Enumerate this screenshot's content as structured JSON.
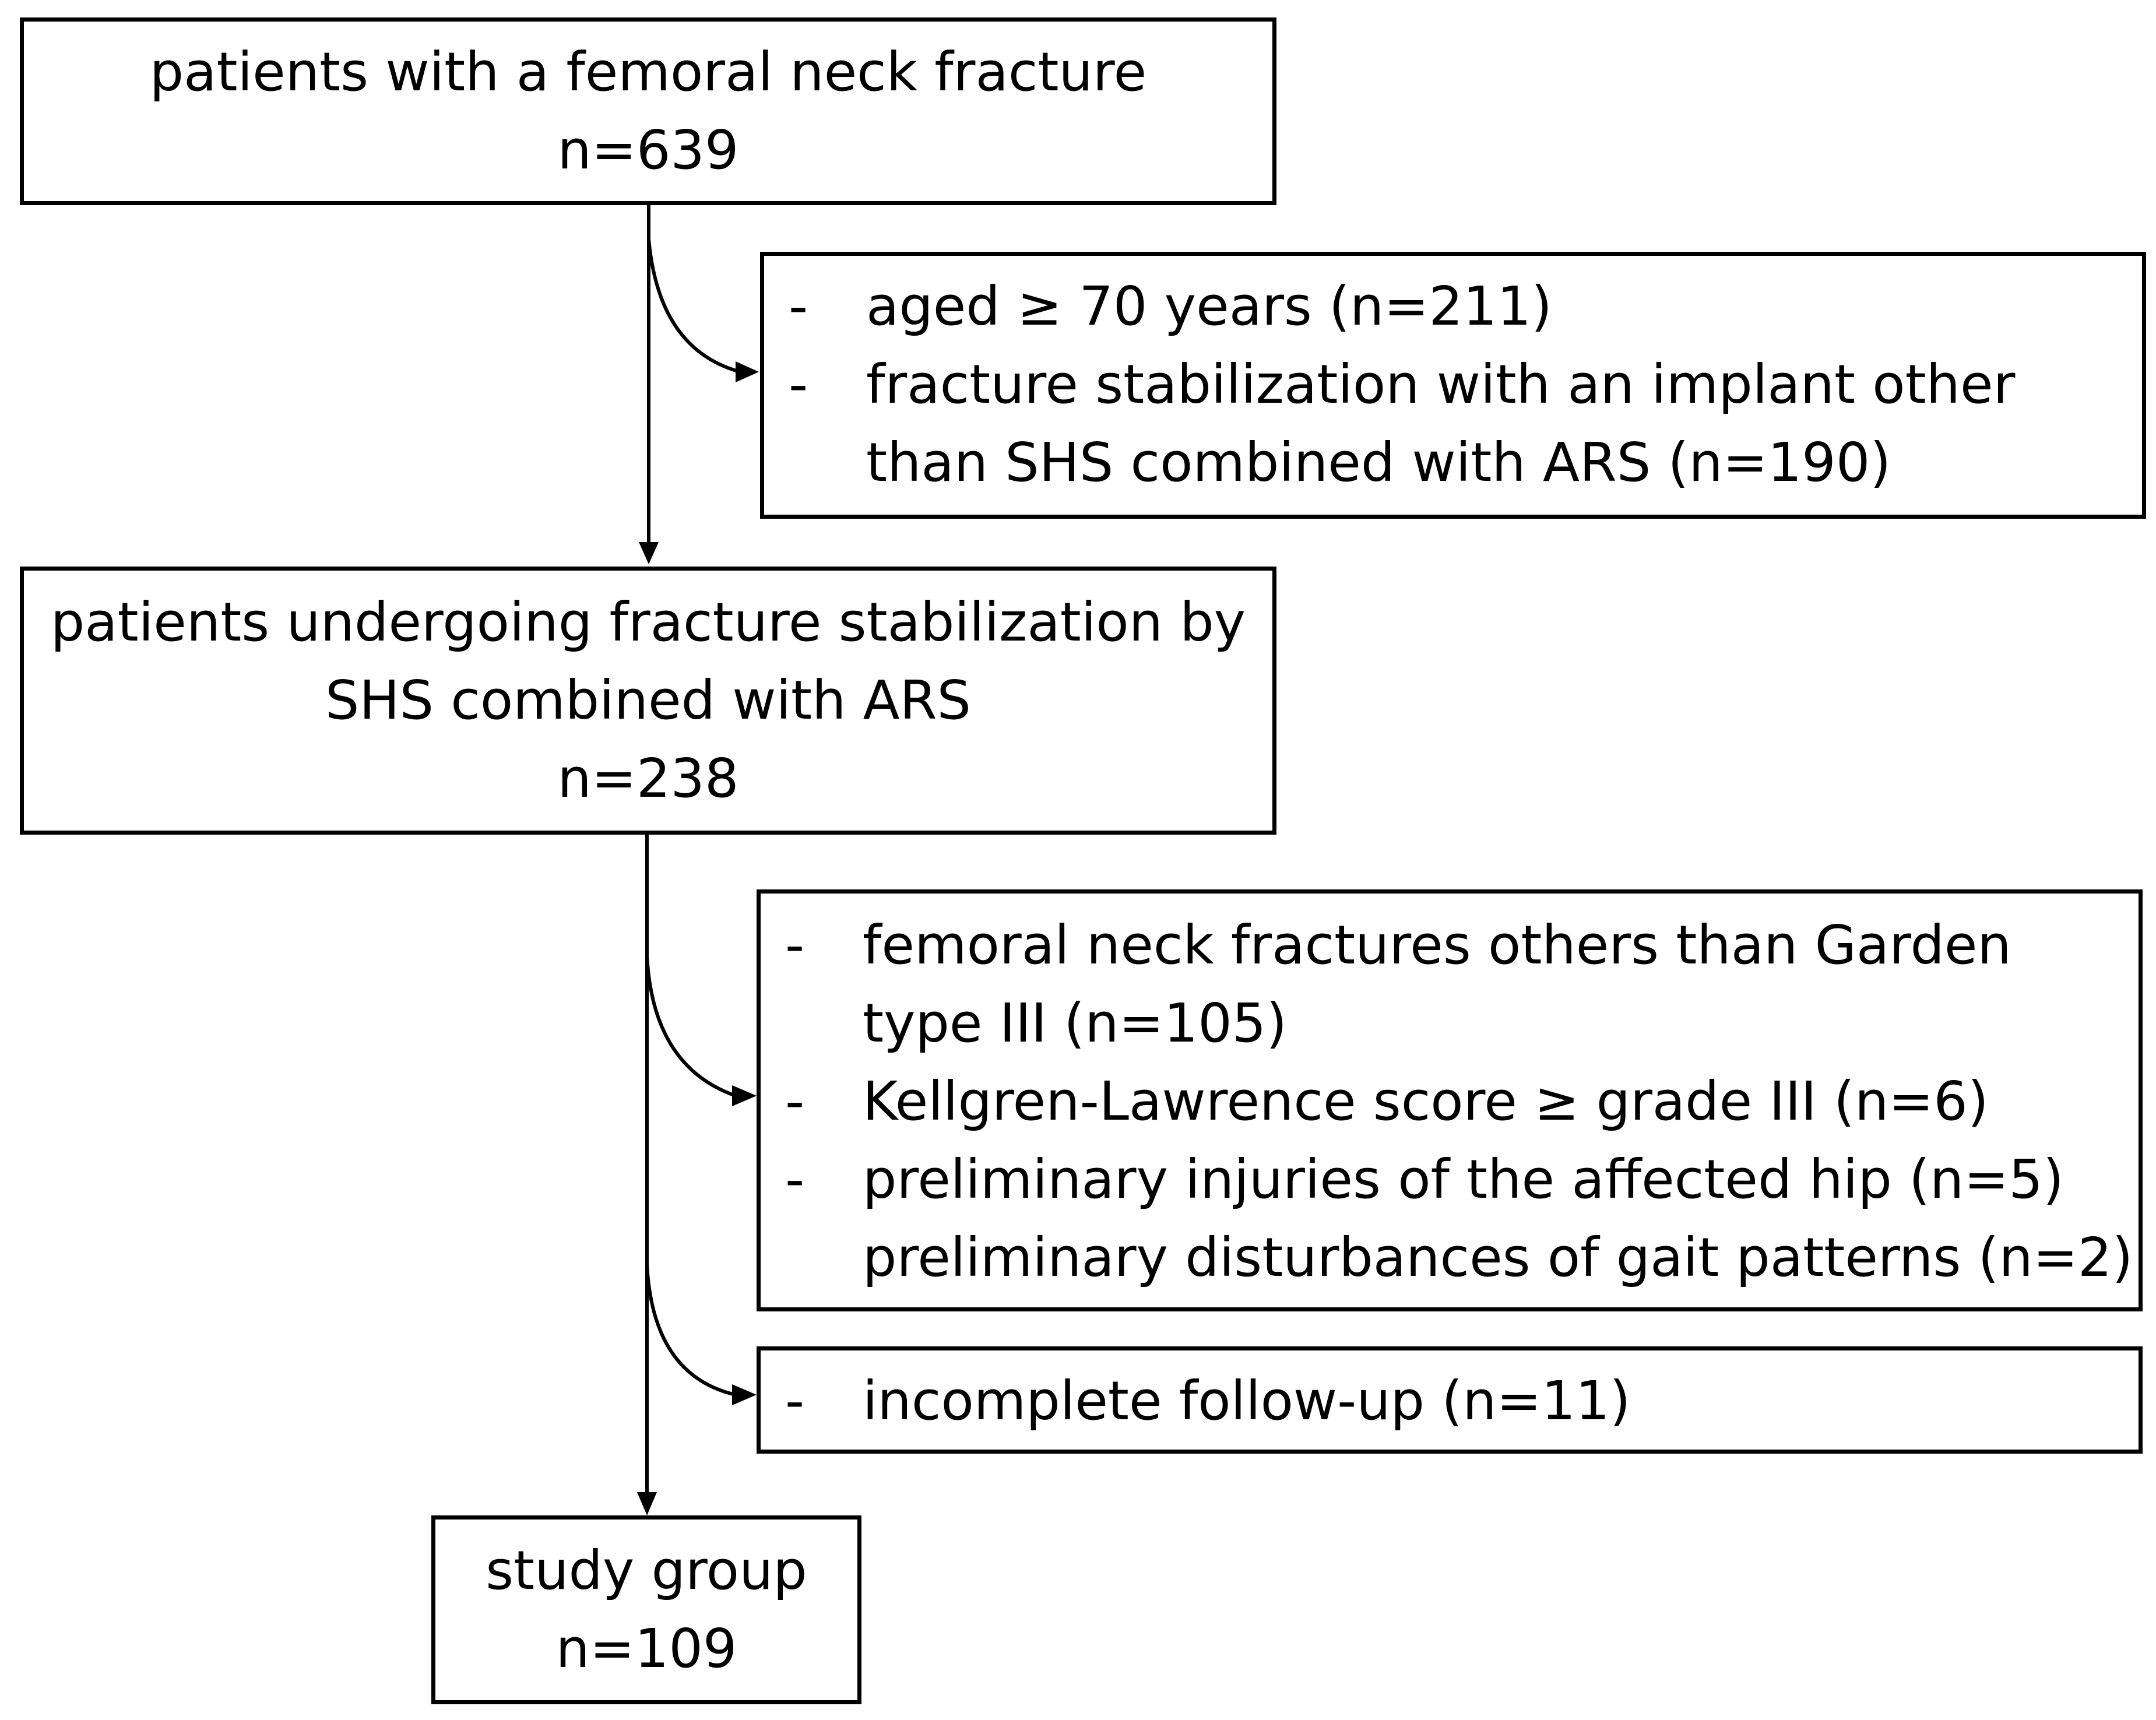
{
  "boxes": {
    "start": {
      "title": "patients with a femoral neck fracture",
      "count": "n=639"
    },
    "middle": {
      "line1": "patients undergoing fracture stabilization by",
      "line2": "SHS combined with ARS",
      "count": "n=238"
    },
    "final": {
      "title": "study group",
      "count": "n=109"
    }
  },
  "exclusions": {
    "first": [
      {
        "bullet": "-",
        "lines": [
          "aged ≥ 70 years (n=211)"
        ]
      },
      {
        "bullet": "-",
        "lines": [
          "fracture stabilization with an implant other",
          "than SHS combined with ARS (n=190)"
        ]
      }
    ],
    "second": [
      {
        "bullet": "-",
        "lines": [
          "femoral neck fractures others than Garden",
          "type III (n=105)"
        ]
      },
      {
        "bullet": "-",
        "lines": [
          "Kellgren-Lawrence score ≥ grade III (n=6)"
        ]
      },
      {
        "bullet": "-",
        "lines": [
          "preliminary injuries of the affected hip (n=5)",
          "preliminary disturbances of gait patterns (n=2)"
        ]
      }
    ],
    "third": [
      {
        "bullet": "-",
        "lines": [
          "incomplete follow-up (n=11)"
        ]
      }
    ]
  }
}
